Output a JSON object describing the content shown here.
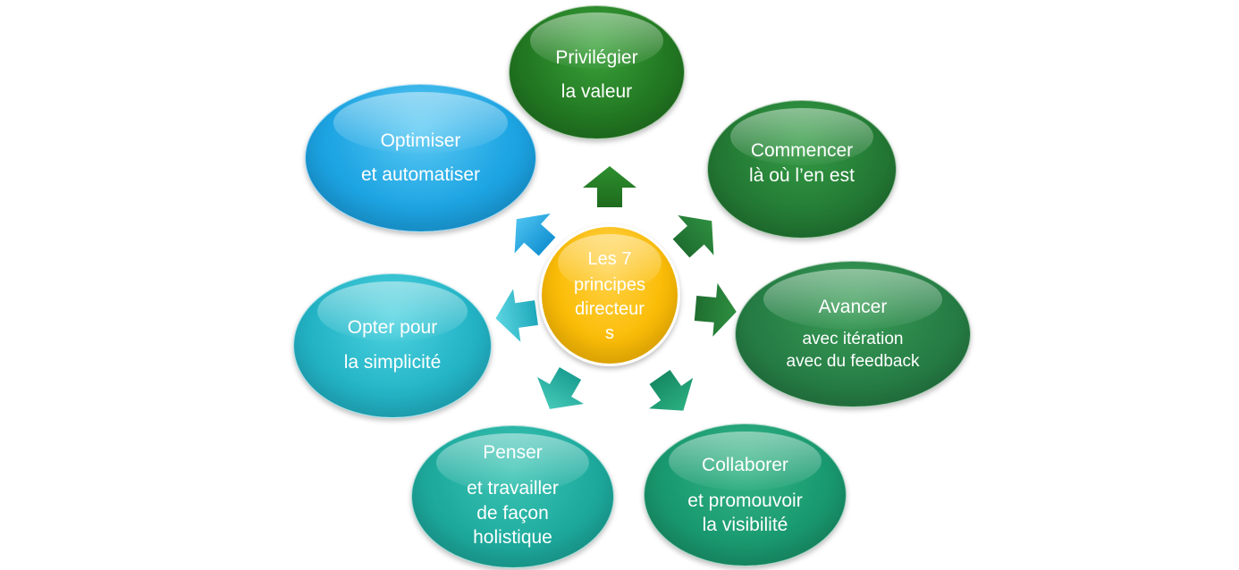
{
  "diagram": {
    "center": {
      "lines": [
        "Les 7",
        "principes",
        "directeur",
        "s"
      ],
      "color": "#FBBD08"
    },
    "principles": [
      {
        "id": "privilegier",
        "lines": [
          "Privilégier",
          "la valeur"
        ],
        "color": "#237A23"
      },
      {
        "id": "commencer",
        "lines": [
          "Commencer",
          "là où l’en  est"
        ],
        "color": "#247B35"
      },
      {
        "id": "avancer",
        "lines": [
          "Avancer",
          "avec itération",
          "avec du feedback"
        ],
        "color": "#277F46"
      },
      {
        "id": "collaborer",
        "lines": [
          "Collaborer",
          "et promouvoir",
          "la visibilité"
        ],
        "color": "#1A9A70"
      },
      {
        "id": "penser",
        "lines": [
          "Penser",
          "et travailler",
          "de façon",
          "holistique"
        ],
        "color": "#1EAB9E"
      },
      {
        "id": "opter",
        "lines": [
          "Opter pour",
          "la simplicité"
        ],
        "color": "#24B5C7"
      },
      {
        "id": "optimiser",
        "lines": [
          "Optimiser",
          "et automatiser"
        ],
        "color": "#1EA5E3"
      }
    ]
  }
}
